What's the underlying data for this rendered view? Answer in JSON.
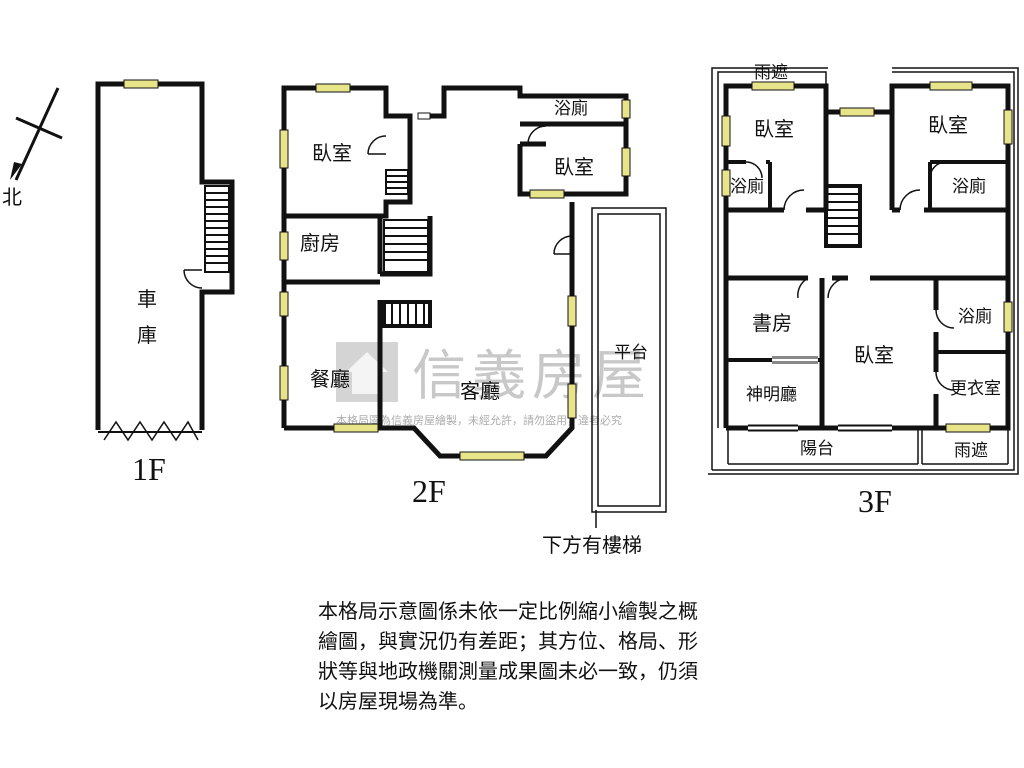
{
  "compass": {
    "north_label": "北"
  },
  "floors": {
    "f1": {
      "label": "1F",
      "rooms": {
        "garage_line1": "車",
        "garage_line2": "庫"
      }
    },
    "f2": {
      "label": "2F",
      "rooms": {
        "bedroom_west": "臥室",
        "bath": "浴廁",
        "bedroom_east": "臥室",
        "kitchen": "廚房",
        "dining": "餐廳",
        "living": "客廳",
        "platform": "平台"
      },
      "note": "下方有樓梯"
    },
    "f3": {
      "label": "3F",
      "rooms": {
        "canopy_top": "雨遮",
        "bedroom_nw": "臥室",
        "bedroom_ne": "臥室",
        "bath_w": "浴廁",
        "bath_e": "浴廁",
        "study": "書房",
        "bedroom_center": "臥室",
        "bath_se": "浴廁",
        "shrine": "神明廳",
        "dressing": "更衣室",
        "balcony": "陽台",
        "canopy_bottom": "雨遮"
      }
    }
  },
  "watermark": {
    "brand": "信義房屋",
    "sub": "本格局圖為信義房屋繪製，未經允許，請勿盜用，違者必究"
  },
  "disclaimer": {
    "line1": "本格局示意圖係未依一定比例縮小繪製之概",
    "line2": "繪圖，與實況仍有差距；其方位、格局、形",
    "line3": "狀等與地政機關測量成果圖未必一致，仍須",
    "line4": "以房屋現場為準。"
  },
  "colors": {
    "wall": "#111111",
    "window": "#e8e48a",
    "watermark": "#9c9c9c"
  }
}
